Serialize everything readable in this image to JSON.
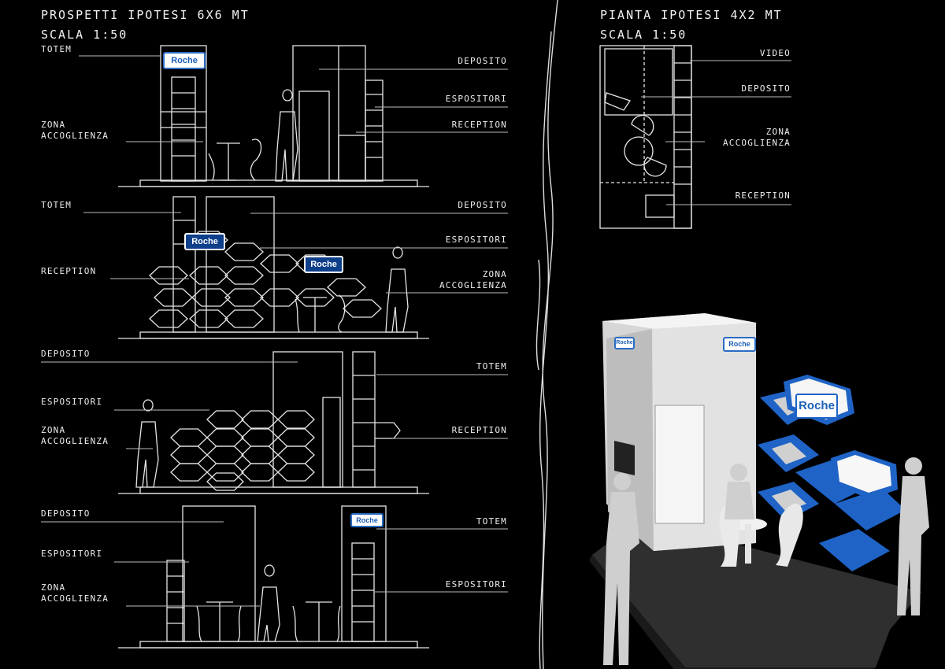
{
  "headings": {
    "elevations_title": "PROSPETTI IPOTESI 6X6 MT",
    "elevations_scale": "SCALA 1:50",
    "plan_title": "PIANTA IPOTESI 4X2 MT",
    "plan_scale": "SCALA 1:50"
  },
  "brand": "Roche",
  "elevation1": {
    "totem": "TOTEM",
    "zona": [
      "ZONA",
      "ACCOGLIENZA"
    ],
    "deposito": "DEPOSITO",
    "espositori": "ESPOSITORI",
    "reception": "RECEPTION"
  },
  "elevation2": {
    "totem": "TOTEM",
    "reception": "RECEPTION",
    "deposito": "DEPOSITO",
    "espositori": "ESPOSITORI",
    "zona": [
      "ZONA",
      "ACCOGLIENZA"
    ]
  },
  "elevation3": {
    "deposito": "DEPOSITO",
    "espositori": "ESPOSITORI",
    "zona": [
      "ZONA",
      "ACCOGLIENZA"
    ],
    "totem": "TOTEM",
    "reception": "RECEPTION"
  },
  "elevation4": {
    "deposito": "DEPOSITO",
    "espositori": "ESPOSITORI",
    "zona": [
      "ZONA",
      "ACCOGLIENZA"
    ],
    "totem": "TOTEM",
    "espositori_right": "ESPOSITORI"
  },
  "plan": {
    "video": "VIDEO",
    "deposito": "DEPOSITO",
    "zona": [
      "ZONA",
      "ACCOGLIENZA"
    ],
    "reception": "RECEPTION"
  },
  "colors": {
    "background": "#000000",
    "line": "#e8e8e8",
    "brand_blue": "#1f63c6",
    "render_floor": "#2b2b2b"
  }
}
